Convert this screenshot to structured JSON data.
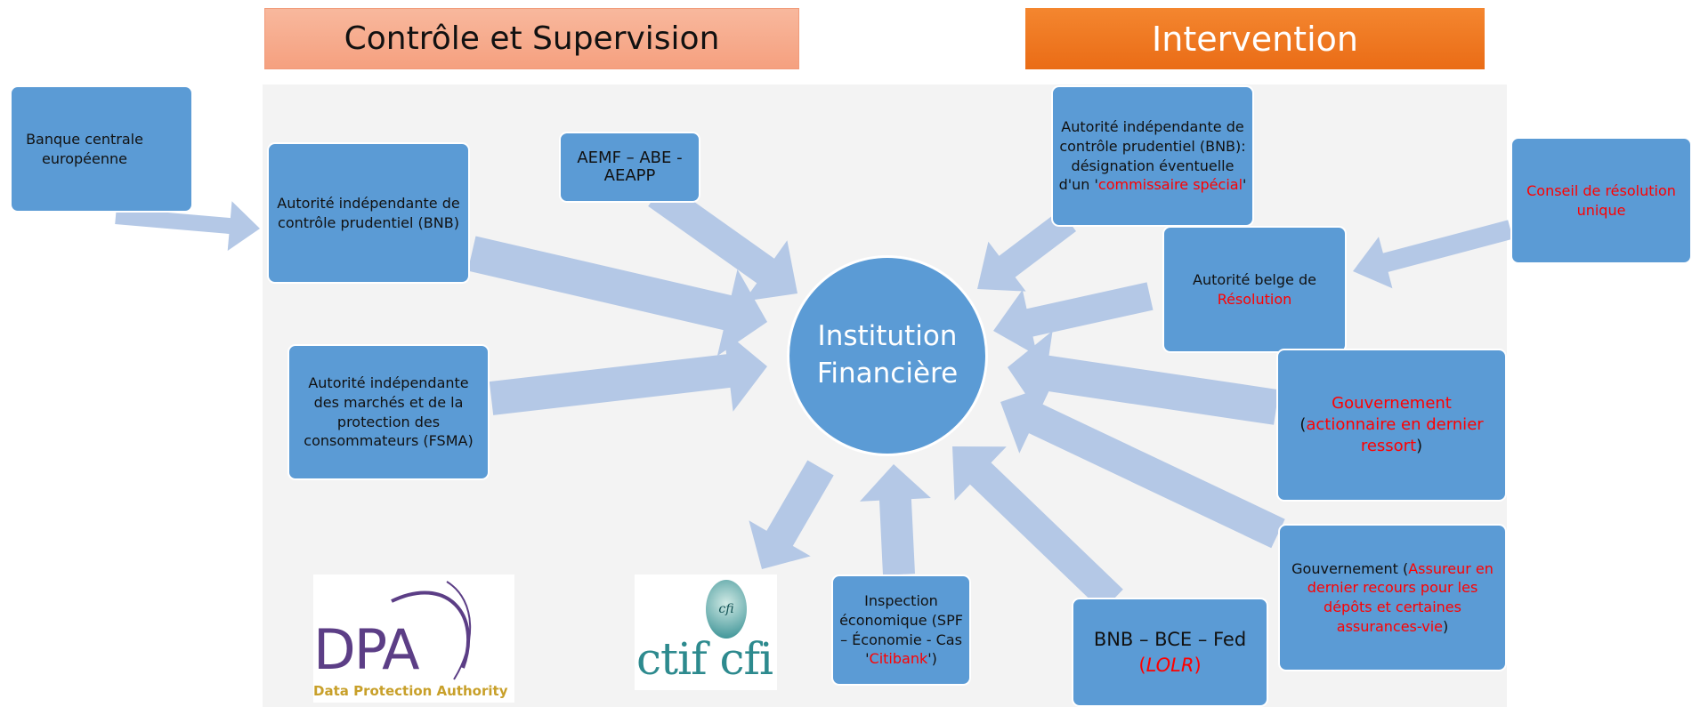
{
  "headers": {
    "control": "Contrôle et Supervision",
    "intervention": "Intervention"
  },
  "center": {
    "line1": "Institution",
    "line2": "Financière"
  },
  "boxes": {
    "bce": "Banque centrale européenne",
    "bnb_prudential": "Autorité indépendante de contrôle prudentiel (BNB)",
    "aemf": "AEMF – ABE - AEAPP",
    "fsma": "Autorité indépendante des marchés et de la protection des consommateurs (FSMA)",
    "bnb_special_pre": "Autorité indépendante de contrôle prudentiel (BNB): désignation éventuelle d'un '",
    "bnb_special_red": "commissaire spécial",
    "bnb_special_post": "'",
    "srb": "Conseil de résolution unique",
    "resolution_pre": "Autorité belge de",
    "resolution_red": "Résolution",
    "gov1_red": "Gouvernement",
    "gov1_open": "(",
    "gov1_red2": "actionnaire en dernier ressort",
    "gov1_close": ")",
    "gov2_pre": "Gouvernement (",
    "gov2_red": "Assureur en dernier recours pour les dépôts et certaines assurances-vie",
    "gov2_post": ")",
    "lolr_pre": "BNB – BCE – Fed",
    "lolr_open": "(",
    "lolr_red": "LOLR",
    "lolr_close": ")",
    "inspection_pre": "Inspection économique (SPF – Économie - Cas '",
    "inspection_red": "Citibank",
    "inspection_post": "')"
  },
  "logos": {
    "dpa_letters": "DPA",
    "dpa_caption": "Data Protection Authority",
    "ctif_text": "ctif cfi",
    "ctif_seal": "cfi"
  },
  "colors": {
    "box_fill": "#5b9bd5",
    "arrow_fill": "#b4c8e6",
    "highlight_red": "#ff0000",
    "header_left": "#f6a583",
    "header_right": "#ee7622",
    "dpa_purple": "#5c3e86",
    "dpa_gold": "#c8a02a",
    "ctif_teal": "#2d8a8e"
  }
}
